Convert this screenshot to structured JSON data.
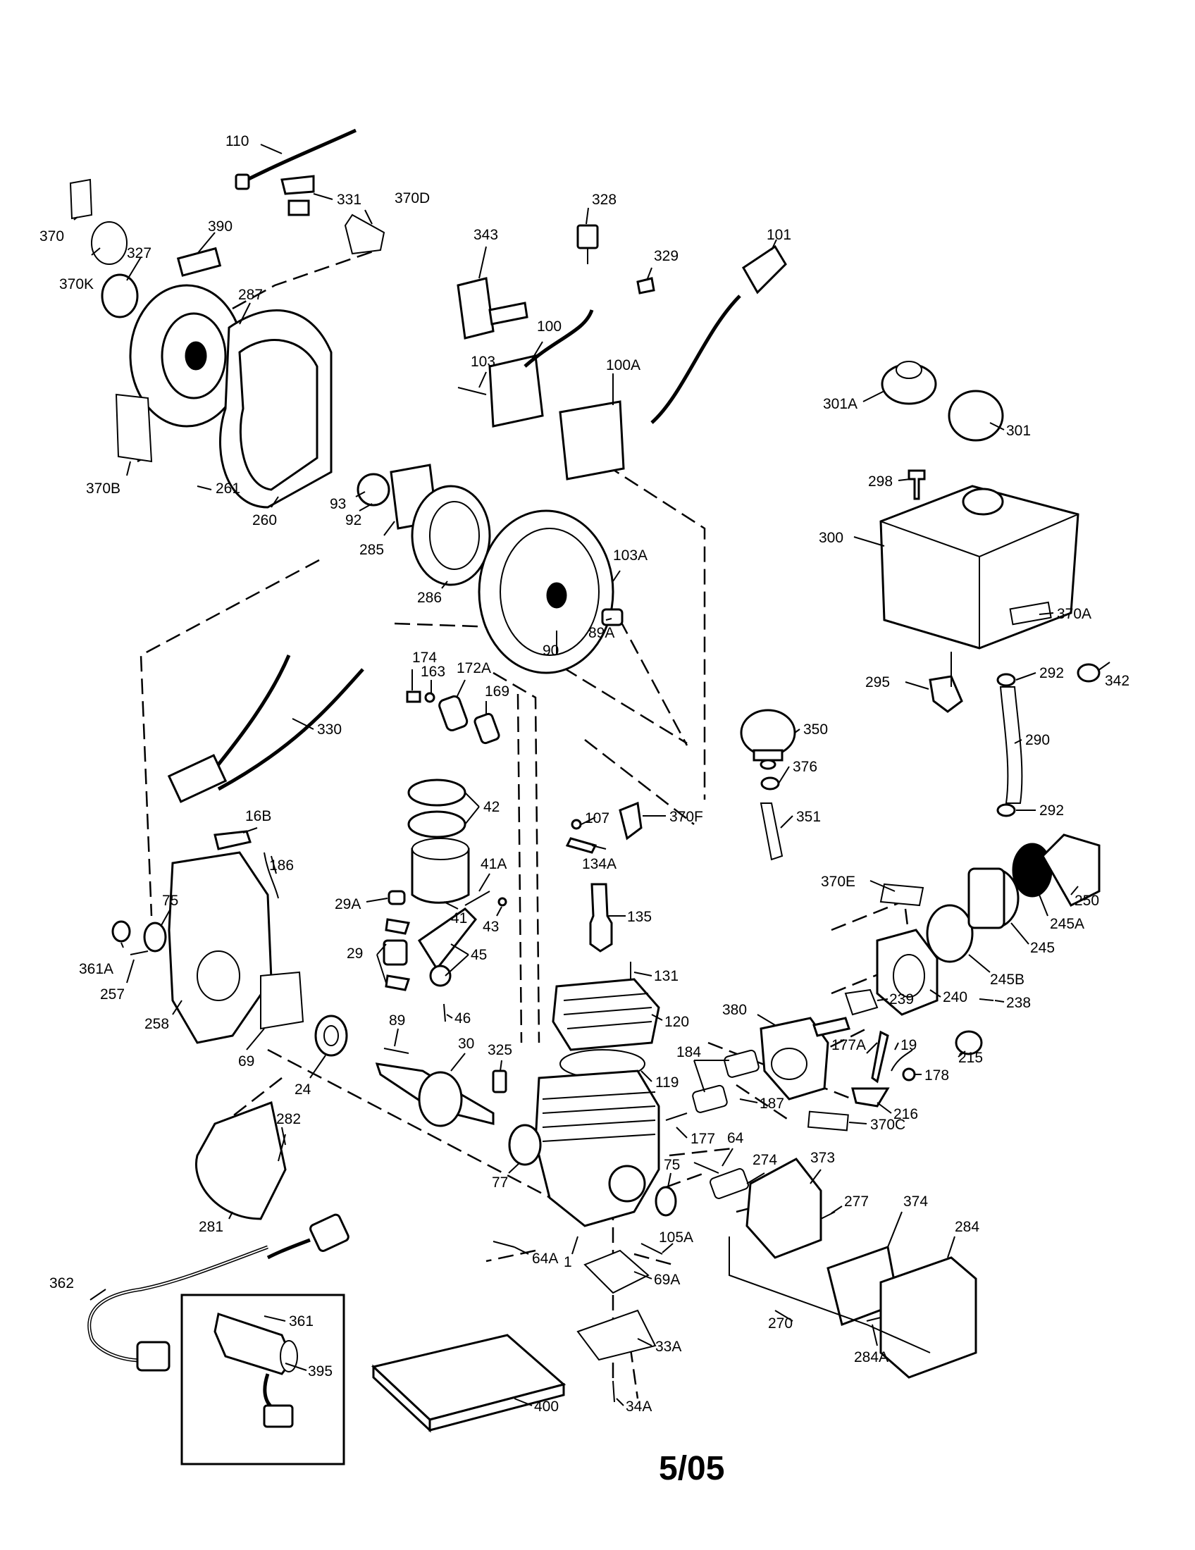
{
  "footer": {
    "code": "5/05"
  },
  "callouts": [
    {
      "id": "110",
      "text": "110"
    },
    {
      "id": "331",
      "text": "331"
    },
    {
      "id": "370D",
      "text": "370D"
    },
    {
      "id": "370",
      "text": "370"
    },
    {
      "id": "370K",
      "text": "370K"
    },
    {
      "id": "327",
      "text": "327"
    },
    {
      "id": "390",
      "text": "390"
    },
    {
      "id": "287",
      "text": "287"
    },
    {
      "id": "370B",
      "text": "370B"
    },
    {
      "id": "261",
      "text": "261"
    },
    {
      "id": "260",
      "text": "260"
    },
    {
      "id": "343",
      "text": "343"
    },
    {
      "id": "328",
      "text": "328"
    },
    {
      "id": "329",
      "text": "329"
    },
    {
      "id": "101",
      "text": "101"
    },
    {
      "id": "100",
      "text": "100"
    },
    {
      "id": "103",
      "text": "103"
    },
    {
      "id": "100A",
      "text": "100A"
    },
    {
      "id": "93",
      "text": "93"
    },
    {
      "id": "92",
      "text": "92"
    },
    {
      "id": "285",
      "text": "285"
    },
    {
      "id": "286",
      "text": "286"
    },
    {
      "id": "103A",
      "text": "103A"
    },
    {
      "id": "89A",
      "text": "89A"
    },
    {
      "id": "90",
      "text": "90"
    },
    {
      "id": "301A",
      "text": "301A"
    },
    {
      "id": "301",
      "text": "301"
    },
    {
      "id": "298",
      "text": "298"
    },
    {
      "id": "300",
      "text": "300"
    },
    {
      "id": "370A",
      "text": "370A"
    },
    {
      "id": "295",
      "text": "295"
    },
    {
      "id": "292a",
      "text": "292"
    },
    {
      "id": "342",
      "text": "342"
    },
    {
      "id": "290",
      "text": "290"
    },
    {
      "id": "292b",
      "text": "292"
    },
    {
      "id": "330",
      "text": "330"
    },
    {
      "id": "174",
      "text": "174"
    },
    {
      "id": "163",
      "text": "163"
    },
    {
      "id": "172A",
      "text": "172A"
    },
    {
      "id": "169",
      "text": "169"
    },
    {
      "id": "350",
      "text": "350"
    },
    {
      "id": "376",
      "text": "376"
    },
    {
      "id": "351",
      "text": "351"
    },
    {
      "id": "42",
      "text": "42"
    },
    {
      "id": "107",
      "text": "107"
    },
    {
      "id": "370F",
      "text": "370F"
    },
    {
      "id": "134A",
      "text": "134A"
    },
    {
      "id": "16B",
      "text": "16B"
    },
    {
      "id": "186",
      "text": "186"
    },
    {
      "id": "41A",
      "text": "41A"
    },
    {
      "id": "75a",
      "text": "75"
    },
    {
      "id": "29A",
      "text": "29A"
    },
    {
      "id": "41",
      "text": "41"
    },
    {
      "id": "43",
      "text": "43"
    },
    {
      "id": "135",
      "text": "135"
    },
    {
      "id": "370E",
      "text": "370E"
    },
    {
      "id": "250",
      "text": "250"
    },
    {
      "id": "245A",
      "text": "245A"
    },
    {
      "id": "29",
      "text": "29"
    },
    {
      "id": "45",
      "text": "45"
    },
    {
      "id": "361A",
      "text": "361A"
    },
    {
      "id": "257",
      "text": "257"
    },
    {
      "id": "131",
      "text": "131"
    },
    {
      "id": "245",
      "text": "245"
    },
    {
      "id": "245B",
      "text": "245B"
    },
    {
      "id": "238",
      "text": "238"
    },
    {
      "id": "46",
      "text": "46"
    },
    {
      "id": "120",
      "text": "120"
    },
    {
      "id": "380",
      "text": "380"
    },
    {
      "id": "239",
      "text": "239"
    },
    {
      "id": "240",
      "text": "240"
    },
    {
      "id": "258",
      "text": "258"
    },
    {
      "id": "89",
      "text": "89"
    },
    {
      "id": "69",
      "text": "69"
    },
    {
      "id": "24",
      "text": "24"
    },
    {
      "id": "30",
      "text": "30"
    },
    {
      "id": "184",
      "text": "184"
    },
    {
      "id": "177A",
      "text": "177A"
    },
    {
      "id": "19",
      "text": "19"
    },
    {
      "id": "215",
      "text": "215"
    },
    {
      "id": "119",
      "text": "119"
    },
    {
      "id": "325",
      "text": "325"
    },
    {
      "id": "178",
      "text": "178"
    },
    {
      "id": "187",
      "text": "187"
    },
    {
      "id": "216",
      "text": "216"
    },
    {
      "id": "282",
      "text": "282"
    },
    {
      "id": "370C",
      "text": "370C"
    },
    {
      "id": "177",
      "text": "177"
    },
    {
      "id": "64",
      "text": "64"
    },
    {
      "id": "274",
      "text": "274"
    },
    {
      "id": "373",
      "text": "373"
    },
    {
      "id": "77",
      "text": "77"
    },
    {
      "id": "75b",
      "text": "75"
    },
    {
      "id": "277",
      "text": "277"
    },
    {
      "id": "374",
      "text": "374"
    },
    {
      "id": "284",
      "text": "284"
    },
    {
      "id": "281",
      "text": "281"
    },
    {
      "id": "105A",
      "text": "105A"
    },
    {
      "id": "64A",
      "text": "64A"
    },
    {
      "id": "1",
      "text": "1"
    },
    {
      "id": "69A",
      "text": "69A"
    },
    {
      "id": "362",
      "text": "362"
    },
    {
      "id": "361",
      "text": "361"
    },
    {
      "id": "270",
      "text": "270"
    },
    {
      "id": "284A",
      "text": "284A"
    },
    {
      "id": "395",
      "text": "395"
    },
    {
      "id": "33A",
      "text": "33A"
    },
    {
      "id": "400",
      "text": "400"
    },
    {
      "id": "34A",
      "text": "34A"
    }
  ]
}
